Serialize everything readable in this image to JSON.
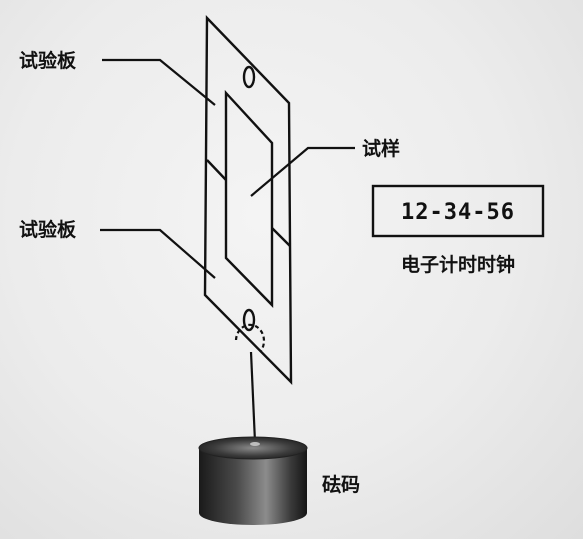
{
  "labels": {
    "test_plate_upper": "试验板",
    "test_plate_lower": "试验板",
    "sample": "试样",
    "clock_caption": "电子计时时钟",
    "weight": "砝码"
  },
  "clock": {
    "display": "12-34-56"
  },
  "colors": {
    "line": "#111111",
    "weight_dark": "#1e1e1e",
    "weight_light": "#8a8a8a"
  }
}
